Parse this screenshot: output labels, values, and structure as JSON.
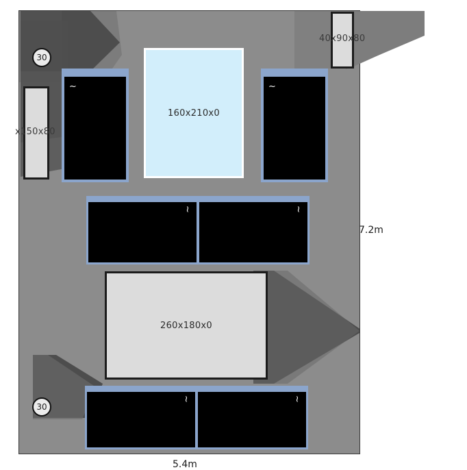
{
  "plan": {
    "room": {
      "name": "floor-plan-room",
      "floor_color": "#8c8c8c",
      "border_color": "#3a3a3a",
      "width_label": "5.4m",
      "height_label": "7.2m"
    },
    "dimensions": {
      "bottom": "5.4m",
      "right": "7.2m"
    },
    "badges": [
      {
        "id": "badge-top-left",
        "label": "30"
      },
      {
        "id": "badge-bottom-left",
        "label": "30"
      }
    ],
    "furniture": [
      {
        "id": "wardrobe-left",
        "type": "light-block",
        "label": "x150x80",
        "label_full": "x150x80"
      },
      {
        "id": "cabinet-top-right",
        "type": "light-block",
        "label": "40x90x80"
      },
      {
        "id": "rug-center",
        "type": "mat",
        "label": "160x210x0"
      },
      {
        "id": "table-center",
        "type": "light-block",
        "label": "260x180x0"
      },
      {
        "id": "panel-top-left",
        "type": "dark-box",
        "glyph": "~"
      },
      {
        "id": "panel-top-right",
        "type": "dark-box",
        "glyph": "~"
      },
      {
        "id": "panel-mid-row-left",
        "type": "dark-box",
        "glyph": "~"
      },
      {
        "id": "panel-mid-row-right",
        "type": "dark-box",
        "glyph": "~"
      },
      {
        "id": "panel-bottom-row-left",
        "type": "dark-box",
        "glyph": "~"
      },
      {
        "id": "panel-bottom-row-right",
        "type": "dark-box",
        "glyph": "~"
      }
    ],
    "colors": {
      "floor": "#8c8c8c",
      "panel_frame": "#8ba5cc",
      "panel_fill": "#000000",
      "mat_fill": "#d2eefb",
      "block_fill": "#dcdcdc",
      "shadow_dark": "#4d4d4d",
      "shadow_light": "#7a7a7a",
      "text": "#1a1a1a"
    }
  }
}
